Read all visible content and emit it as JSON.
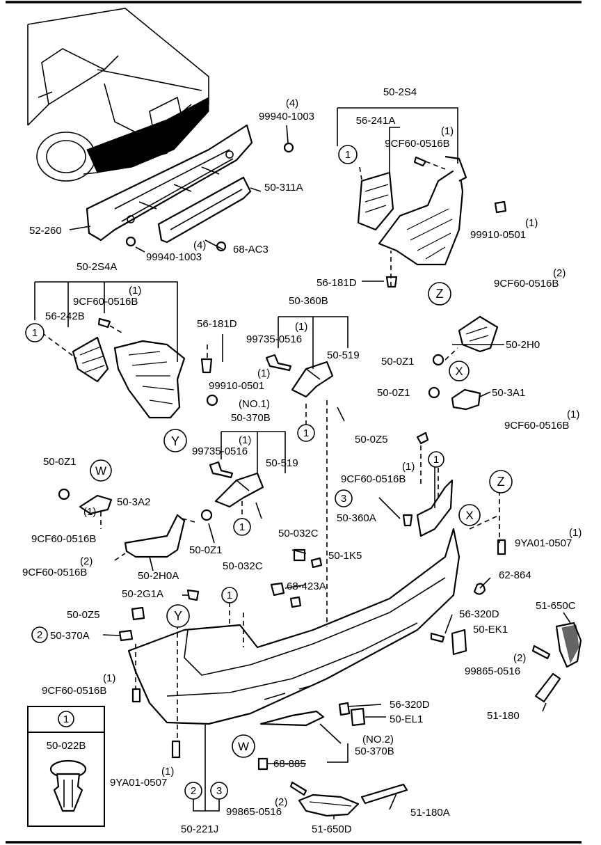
{
  "labels": {
    "l_50_2s4": "50-2S4",
    "l_56_241a": "56-241A",
    "l_99940_1003_top": "99940-1003",
    "l_q4_top": "(4)",
    "l_q1_9cf_top": "(1)",
    "l_9cf60_top": "9CF60-0516B",
    "l_50_311a": "50-311A",
    "l_52_260": "52-260",
    "l_q4_68": "(4)",
    "l_68_ac3": "68-AC3",
    "l_99940_1003_bot": "99940-1003",
    "l_q1_99910_top": "(1)",
    "l_99910_0501_top": "99910-0501",
    "l_56_181d_top": "56-181D",
    "l_50_2s4a": "50-2S4A",
    "l_q1_9cf_l": "(1)",
    "l_9cf60_l": "9CF60-0516B",
    "l_56_242b": "56-242B",
    "l_56_181d_mid": "56-181D",
    "l_q1_99910_mid": "(1)",
    "l_99910_0501_mid": "99910-0501",
    "l_50_360b": "50-360B",
    "l_q1_99735_top": "(1)",
    "l_99735_0516_top": "99735-0516",
    "l_50_519_top": "50-519",
    "l_q2_9cf_r": "(2)",
    "l_9cf60_r": "9CF60-0516B",
    "l_50_2h0": "50-2H0",
    "l_50_0z1_r1": "50-0Z1",
    "l_50_0z1_r2": "50-0Z1",
    "l_50_3a1": "50-3A1",
    "l_q1_9cf_r2": "(1)",
    "l_9cf60_r2": "9CF60-0516B",
    "l_no1": "(NO.1)",
    "l_50_370b_top": "50-370B",
    "l_q1_99735_mid": "(1)",
    "l_99735_0516_mid": "99735-0516",
    "l_50_519_mid": "50-519",
    "l_50_0z5_top": "50-0Z5",
    "l_q1_9cf_mid": "(1)",
    "l_9cf60_mid": "9CF60-0516B",
    "l_50_360a": "50-360A",
    "l_50_0z1_l": "50-0Z1",
    "l_50_3a2": "50-3A2",
    "l_q1_9cf_l2": "(1)",
    "l_9cf60_l2": "9CF60-0516B",
    "l_q2_9cf_l3": "(2)",
    "l_9cf60_l3": "9CF60-0516B",
    "l_50_0z1_c": "50-0Z1",
    "l_50_2h0a": "50-2H0A",
    "l_50_032c_a": "50-032C",
    "l_50_1k5": "50-1K5",
    "l_50_032c_b": "50-032C",
    "l_68_423a": "68-423A",
    "l_q1_9ya_r": "(1)",
    "l_9ya01_r": "9YA01-0507",
    "l_62_864": "62-864",
    "l_50_2g1a": "50-2G1A",
    "l_50_0z5_l": "50-0Z5",
    "l_50_370a": "50-370A",
    "l_56_320d_r": "56-320D",
    "l_50_ek1": "50-EK1",
    "l_51_650c": "51-650C",
    "l_q2_99865_r": "(2)",
    "l_99865_0516_r": "99865-0516",
    "l_q1_9cf_l4": "(1)",
    "l_9cf60_l4": "9CF60-0516B",
    "l_51_180": "51-180",
    "l_56_320d_b": "56-320D",
    "l_50_el1": "50-EL1",
    "l_no2": "(NO.2)",
    "l_50_370b_bot": "50-370B",
    "l_68_885": "68-885",
    "l_q1_9ya_l": "(1)",
    "l_9ya01_l": "9YA01-0507",
    "l_q2_99865_b": "(2)",
    "l_99865_0516_b": "99865-0516",
    "l_51_180a": "51-180A",
    "l_51_650d": "51-650D",
    "l_50_221j": "50-221J",
    "l_legend_part": "50-022B"
  },
  "callouts": {
    "c1": "1",
    "c2": "2",
    "c3": "3",
    "w": "W",
    "x": "X",
    "y": "Y",
    "z": "Z"
  },
  "legend": {
    "number": "1",
    "part": "50-022B"
  }
}
